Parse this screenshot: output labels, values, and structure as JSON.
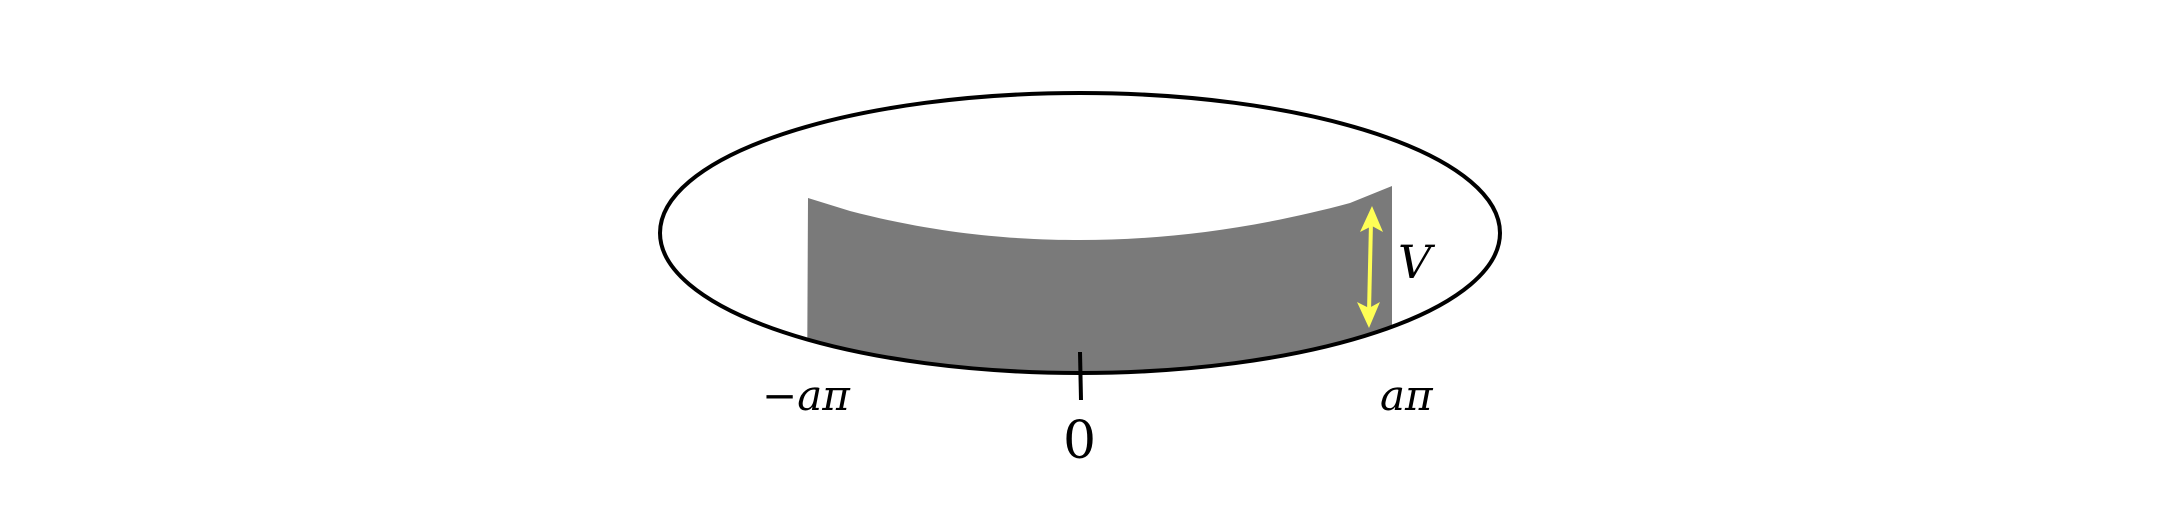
{
  "labels": {
    "left_limit": "−aπ",
    "center": "0",
    "right_limit": "aπ",
    "potential": "V"
  },
  "colors": {
    "outline": "#000000",
    "shaded_region": "#7a7a7a",
    "arrow": "#ffff55",
    "background": "#ffffff"
  }
}
